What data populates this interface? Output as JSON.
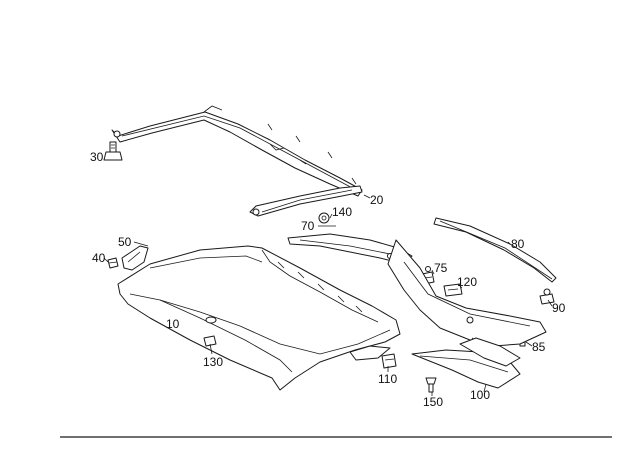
{
  "labels": {
    "p10": "10",
    "p20": "20",
    "p30": "30",
    "p40": "40",
    "p50": "50",
    "p70": "70",
    "p75": "75",
    "p80": "80",
    "p85": "85",
    "p90": "90",
    "p100": "100",
    "p110": "110",
    "p120": "120",
    "p130": "130",
    "p140": "140",
    "p150": "150"
  }
}
